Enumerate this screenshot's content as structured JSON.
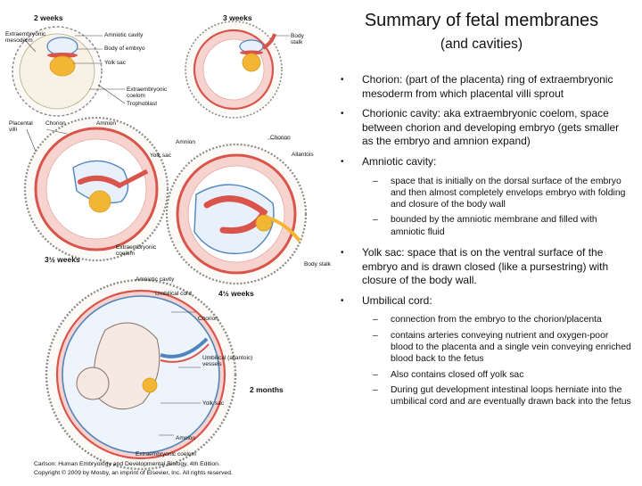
{
  "slide": {
    "title": "Summary of fetal membranes",
    "subtitle": "(and cavities)"
  },
  "bullets": [
    {
      "text": "Chorion: (part of the placenta) ring of extraembryonic mesoderm from which placental villi sprout",
      "subs": []
    },
    {
      "text": "Chorionic cavity: aka extraembryonic coelom, space between chorion and developing embryo (gets smaller as the embryo and amnion expand)",
      "subs": []
    },
    {
      "text": "Amniotic cavity:",
      "subs": [
        "space that is initially on the dorsal surface of the embryo and then almost completely envelops embryo with folding and closure of the body wall",
        "bounded by the amniotic membrane and filled with amniotic fluid"
      ]
    },
    {
      "text": "Yolk sac: space that is on the ventral surface of the embryo and is drawn closed (like a pursestring) with closure of the body wall.",
      "subs": []
    },
    {
      "text": "Umbilical cord:",
      "subs": [
        "connection from the embryo to the chorion/placenta",
        "contains arteries conveying nutrient and oxygen-poor blood to the placenta and a single vein conveying enriched blood back to the fetus",
        "Also contains closed off yolk sac",
        "During gut development intestinal loops herniate into the umbilical cord and are eventually drawn back into the fetus"
      ]
    }
  ],
  "figure": {
    "stages": {
      "w2": "2 weeks",
      "w3": "3 weeks",
      "w35": "3½ weeks",
      "w45": "4½ weeks",
      "m2": "2 months"
    },
    "labels": {
      "extraembryonic_mesoderm": "Extraembryonic mesoderm",
      "amniotic_cavity_1": "Amniotic cavity",
      "body_of_embryo": "Body of embryo",
      "yolk_sac_1": "Yolk sac",
      "extraembryonic_coelom_1": "Extraembryonic coelom",
      "trophoblast": "Trophoblast",
      "body_stalk_1": "Body stalk",
      "placental_villi": "Placental villi",
      "chorion_1": "Chorion",
      "amnion_1": "Amnion",
      "chorion_2": "Chorion",
      "amnion_2": "Amnion",
      "yolk_sac_2": "Yolk sac",
      "allantois": "Allantois",
      "extraembryonic_coelom_2": "Extraembryonic coelom",
      "body_stalk_2": "Body stalk",
      "amniotic_cavity_2": "Amniotic cavity",
      "umbilical_cord": "Umbilical cord",
      "chorion_3": "Chorion",
      "umbilical_vessels": "Umbilical (allantoic) vessels",
      "yolk_sac_3": "Yolk sac",
      "amnion_3": "Amnion",
      "extraembryonic_coelom_3": "Extraembryonic coelom"
    },
    "credit_line1": "Carlson: Human Embryology and Developmental Biology, 4th Edition.",
    "credit_line2": "Copyright © 2009 by Mosby, an imprint of Elsevier, Inc. All rights reserved."
  },
  "colors": {
    "chorion_red": "#d9544a",
    "coelom_pink": "#f7d3cf",
    "amnion_blue": "#4f84bf",
    "yolk_orange": "#f2b534",
    "villi_gray": "#8a8a8a"
  }
}
